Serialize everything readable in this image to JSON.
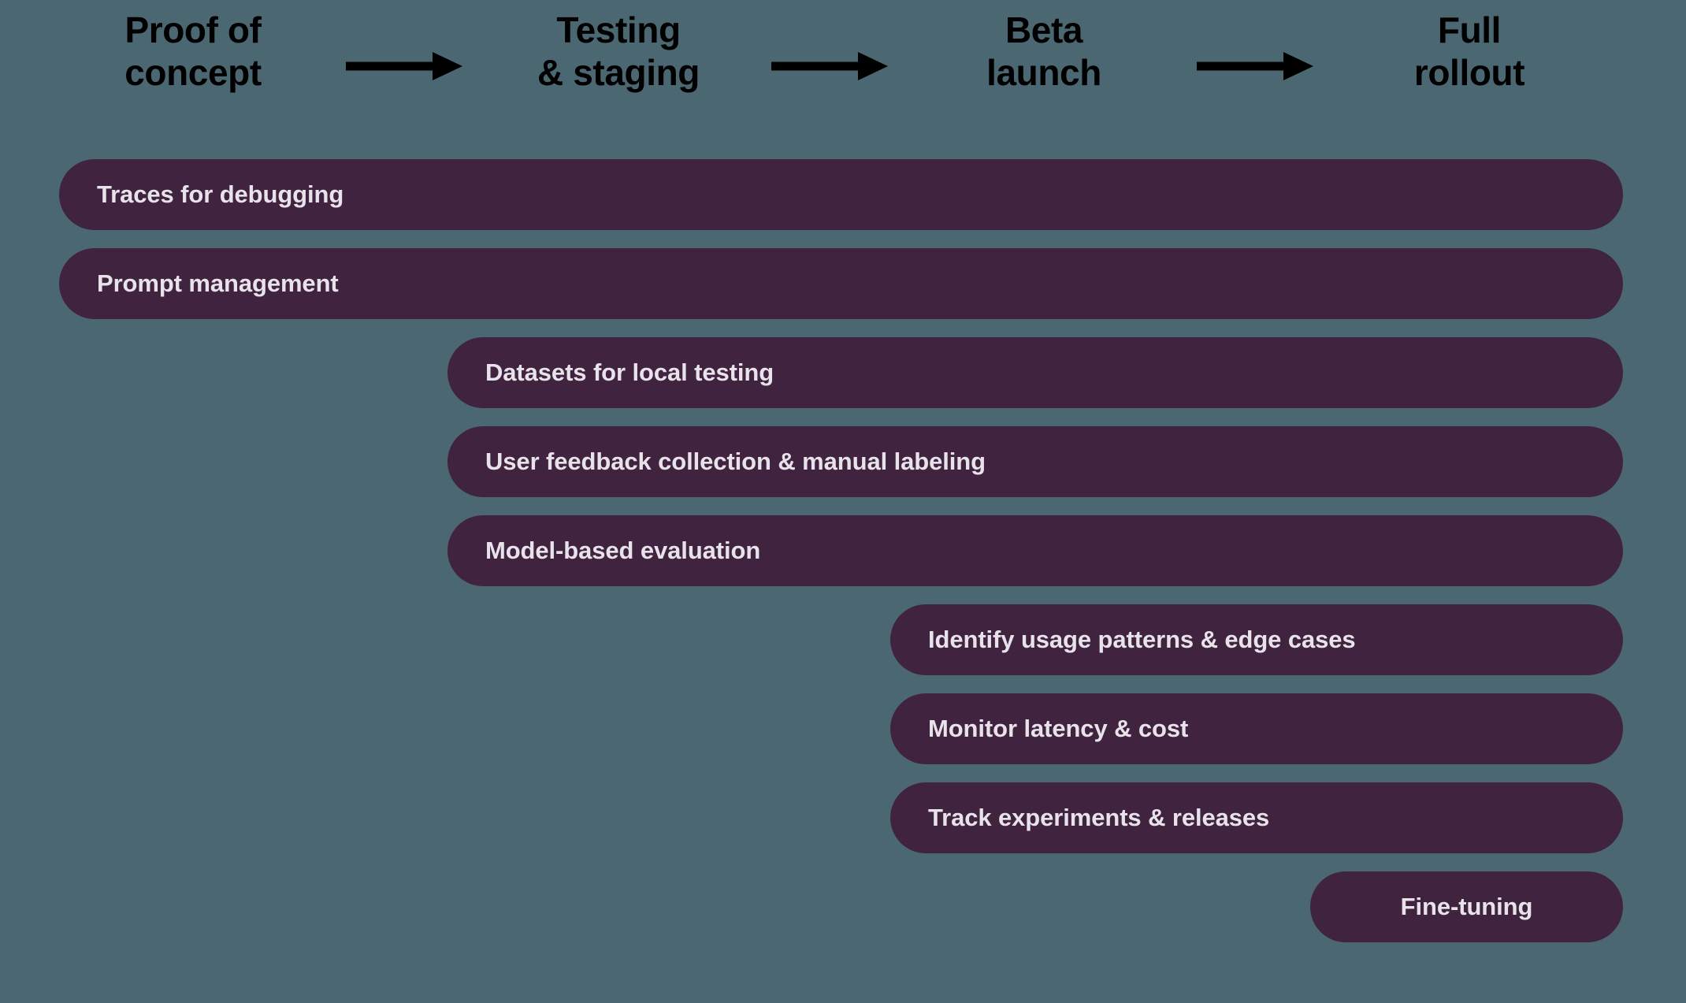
{
  "diagram": {
    "background_color": "#4B6771",
    "bar_color": "#40233F",
    "bar_text_color": "#E8E2EA",
    "stage_text_color": "#000000"
  },
  "stages": [
    {
      "label": "Proof of\nconcept"
    },
    {
      "label": "Testing\n& staging"
    },
    {
      "label": "Beta\nlaunch"
    },
    {
      "label": "Full\nrollout"
    }
  ],
  "arrows": [
    {
      "name": "arrow-poc-to-testing"
    },
    {
      "name": "arrow-testing-to-beta"
    },
    {
      "name": "arrow-beta-to-rollout"
    }
  ],
  "bars": [
    {
      "label": "Traces for debugging",
      "start_stage": 1,
      "end_stage": 4,
      "align": "left"
    },
    {
      "label": "Prompt management",
      "start_stage": 1,
      "end_stage": 4,
      "align": "left"
    },
    {
      "label": "Datasets for local testing",
      "start_stage": 2,
      "end_stage": 4,
      "align": "left"
    },
    {
      "label": "User feedback collection & manual labeling",
      "start_stage": 2,
      "end_stage": 4,
      "align": "left"
    },
    {
      "label": "Model-based evaluation",
      "start_stage": 2,
      "end_stage": 4,
      "align": "left"
    },
    {
      "label": "Identify usage patterns & edge cases",
      "start_stage": 3,
      "end_stage": 4,
      "align": "left"
    },
    {
      "label": "Monitor latency & cost",
      "start_stage": 3,
      "end_stage": 4,
      "align": "left"
    },
    {
      "label": "Track experiments & releases",
      "start_stage": 3,
      "end_stage": 4,
      "align": "left"
    },
    {
      "label": "Fine-tuning",
      "start_stage": 4,
      "end_stage": 4,
      "align": "center"
    }
  ],
  "chart_data": {
    "type": "bar",
    "title": "",
    "categories": [
      "Proof of concept",
      "Testing & staging",
      "Beta launch",
      "Full rollout"
    ],
    "series": [
      {
        "name": "Traces for debugging",
        "start": 1,
        "end": 4,
        "span": 4
      },
      {
        "name": "Prompt management",
        "start": 1,
        "end": 4,
        "span": 4
      },
      {
        "name": "Datasets for local testing",
        "start": 2,
        "end": 4,
        "span": 3
      },
      {
        "name": "User feedback collection & manual labeling",
        "start": 2,
        "end": 4,
        "span": 3
      },
      {
        "name": "Model-based evaluation",
        "start": 2,
        "end": 4,
        "span": 3
      },
      {
        "name": "Identify usage patterns & edge cases",
        "start": 3,
        "end": 4,
        "span": 2
      },
      {
        "name": "Monitor latency & cost",
        "start": 3,
        "end": 4,
        "span": 2
      },
      {
        "name": "Track experiments & releases",
        "start": 3,
        "end": 4,
        "span": 2
      },
      {
        "name": "Fine-tuning",
        "start": 4,
        "end": 4,
        "span": 1
      }
    ],
    "xlabel": "",
    "ylabel": "",
    "grid": false,
    "legend": "none"
  }
}
